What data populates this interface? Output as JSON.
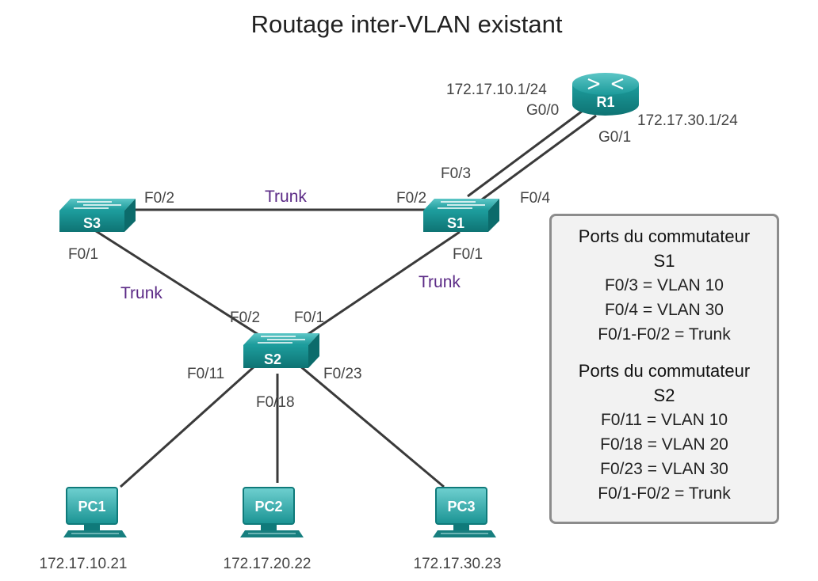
{
  "title": "Routage inter-VLAN existant",
  "devices": {
    "r1": "R1",
    "s1": "S1",
    "s2": "S2",
    "s3": "S3",
    "pc1": "PC1",
    "pc2": "PC2",
    "pc3": "PC3"
  },
  "addresses": {
    "r1_g00": "172.17.10.1/24",
    "r1_g01": "172.17.30.1/24",
    "pc1": "172.17.10.21",
    "pc2": "172.17.20.22",
    "pc3": "172.17.30.23"
  },
  "ports": {
    "r1_g00": "G0/0",
    "r1_g01": "G0/1",
    "s1_f03": "F0/3",
    "s1_f04": "F0/4",
    "s1_f02": "F0/2",
    "s1_f01": "F0/1",
    "s3_f02": "F0/2",
    "s3_f01": "F0/1",
    "s2_f02": "F0/2",
    "s2_f01": "F0/1",
    "s2_f011": "F0/11",
    "s2_f018": "F0/18",
    "s2_f023": "F0/23"
  },
  "links": {
    "s3_s1": "Trunk",
    "s3_s2": "Trunk",
    "s1_s2": "Trunk"
  },
  "info_box": {
    "s1_heading": "Ports du commutateur",
    "s1_name": "S1",
    "s1_rows": [
      "F0/3 = VLAN 10",
      "F0/4 = VLAN 30",
      "F0/1-F0/2 = Trunk"
    ],
    "s2_heading": "Ports du commutateur",
    "s2_name": "S2",
    "s2_rows": [
      "F0/11 = VLAN 10",
      "F0/18 = VLAN 20",
      "F0/23 = VLAN 30",
      "F0/1-F0/2 = Trunk"
    ]
  },
  "colors": {
    "device": "#1a9e9e",
    "device_dark": "#117a7a",
    "trunk_text": "#5b2a86",
    "line": "#3a3a3a"
  }
}
